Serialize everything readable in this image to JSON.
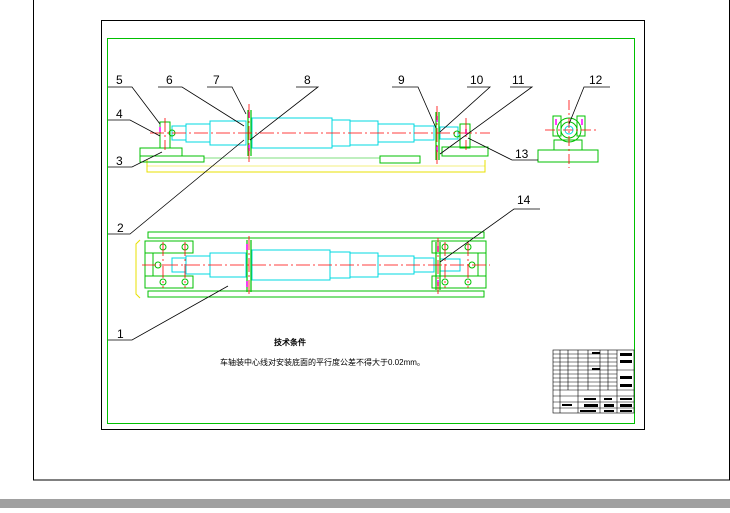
{
  "balloons": [
    "1",
    "2",
    "3",
    "4",
    "5",
    "6",
    "7",
    "8",
    "9",
    "10",
    "11",
    "12",
    "13",
    "14"
  ],
  "notes": {
    "heading": "技术条件",
    "body": "车轴装中心线对安装底面的平行度公差不得大于0.02mm。"
  },
  "colors": {
    "background": "#ffffff",
    "frame": "#000000",
    "border_green": "#00c000",
    "shaft_cyan": "#00d8e0",
    "centerline_red": "#ff0000",
    "base_yellow": "#e8e000",
    "part_magenta": "#ff00ff",
    "leader": "#000000",
    "statusbar": "#a0a0a0"
  }
}
